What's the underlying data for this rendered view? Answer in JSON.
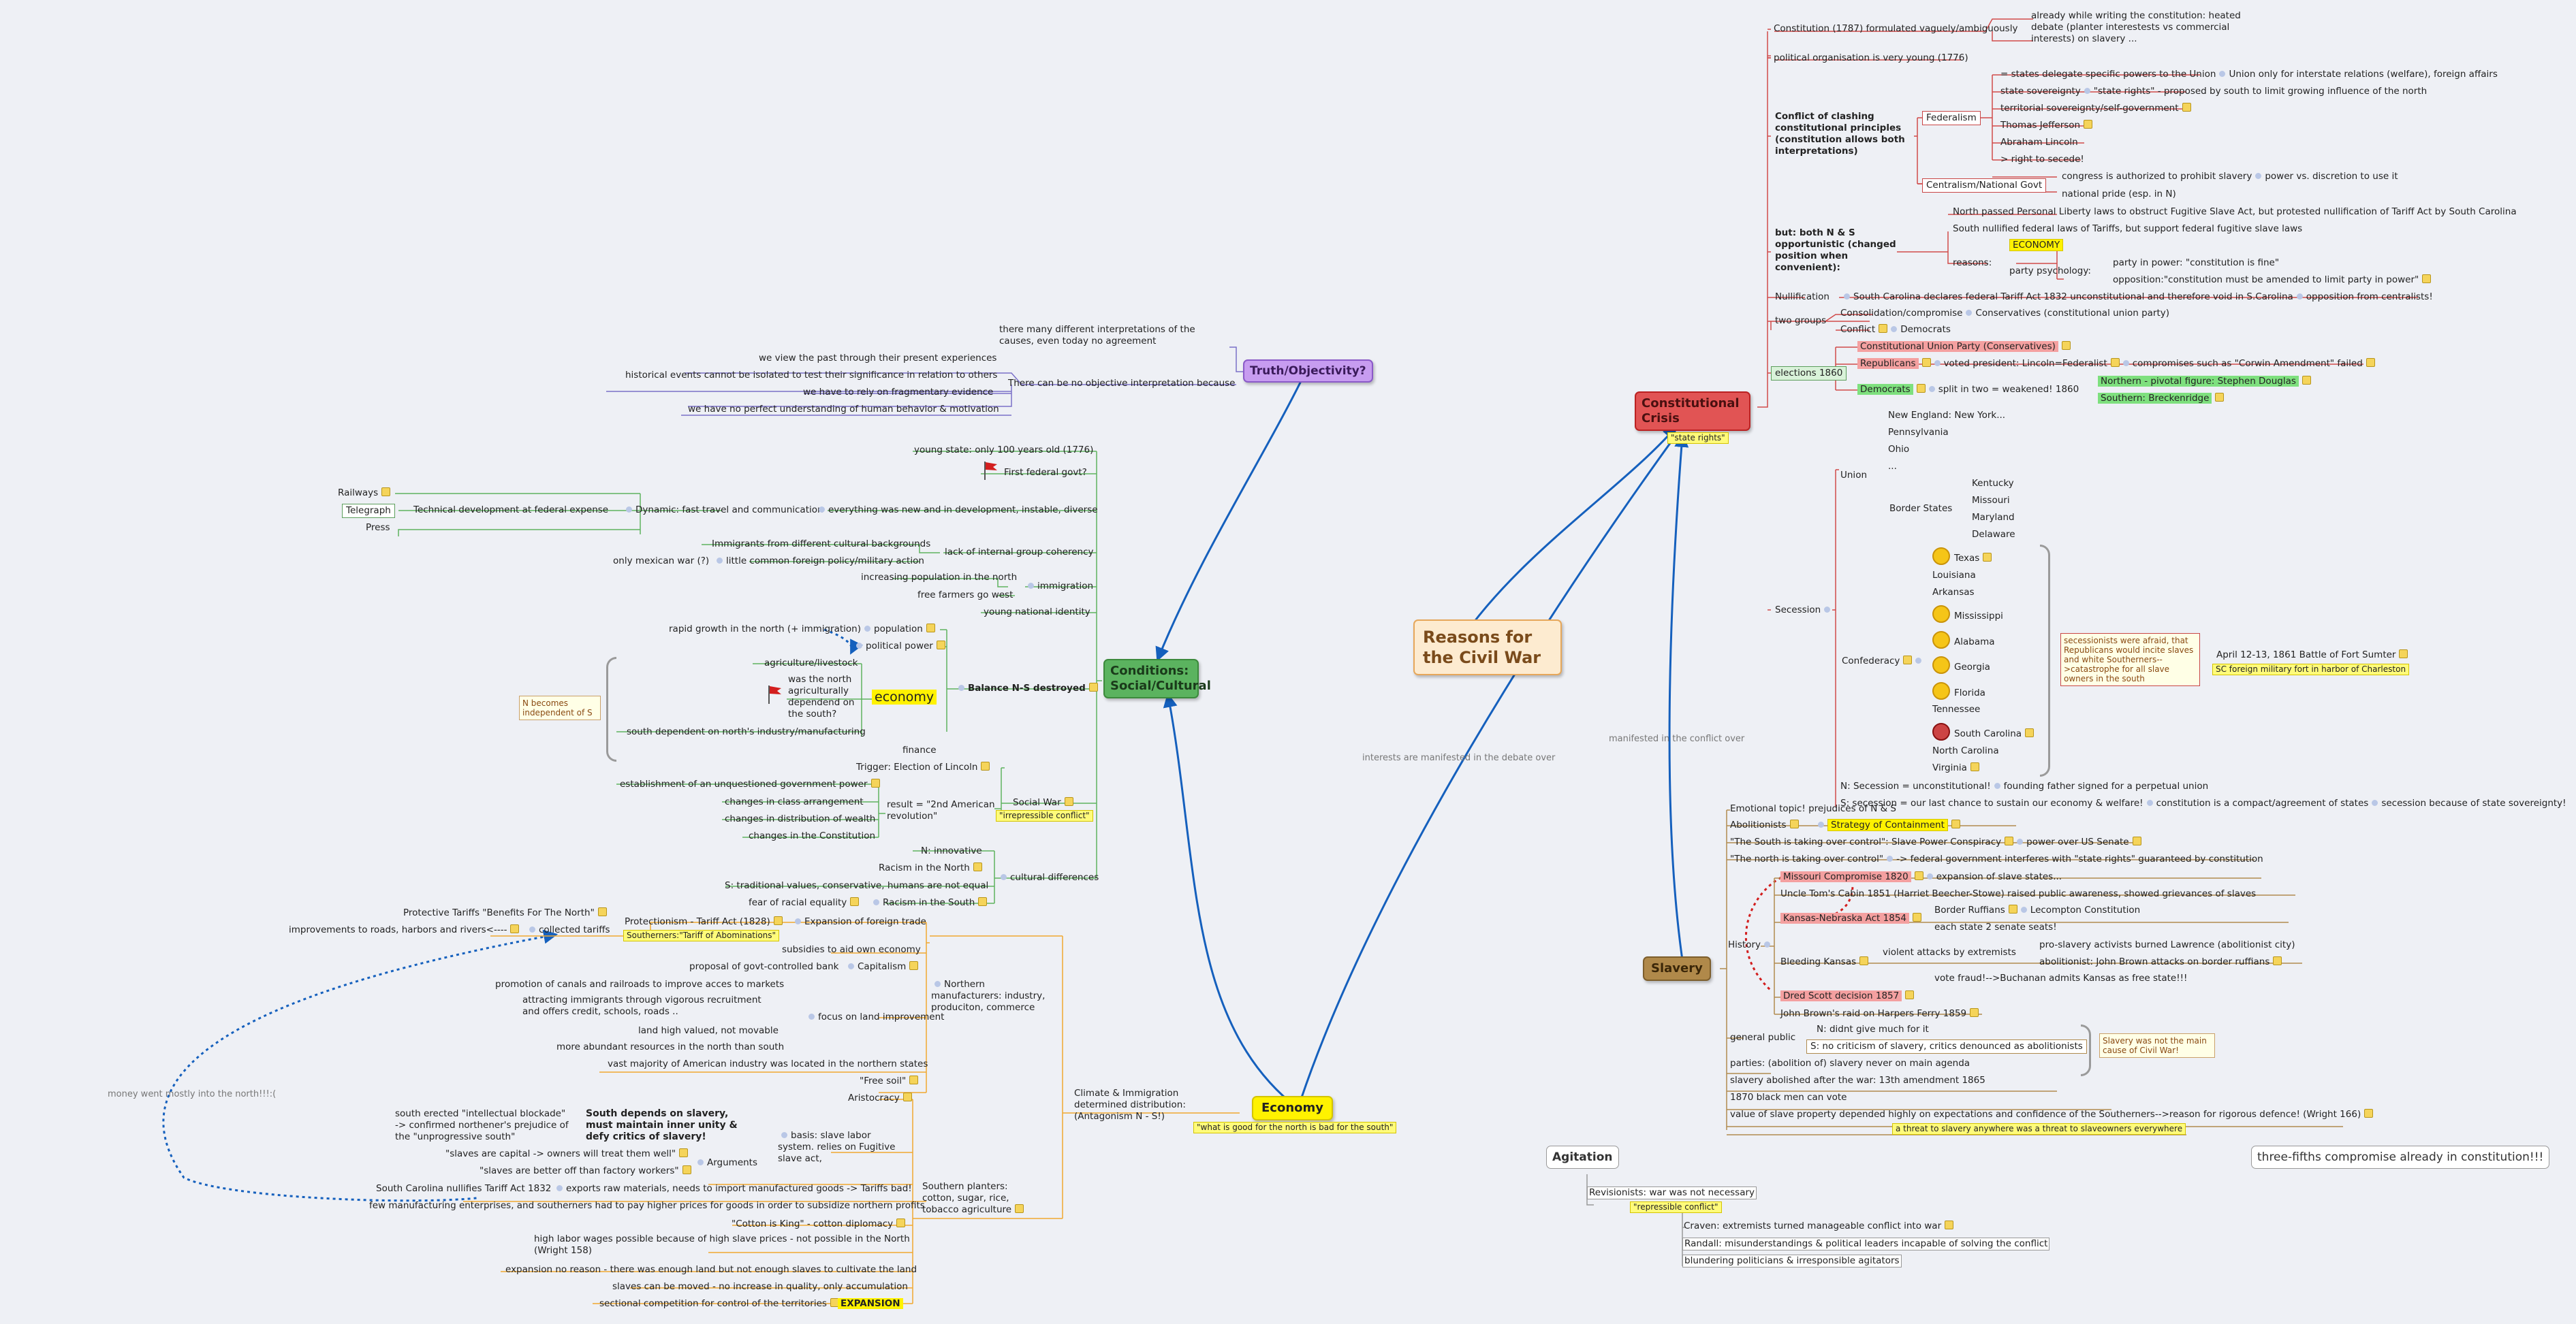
{
  "central": "Reasons for the Civil War",
  "main_topics": {
    "constitutional": "Constitutional Crisis",
    "state_rights_tag": "\"state rights\"",
    "slavery": "Slavery",
    "economy": "Economy",
    "economy_tag": "\"what is good for the north is bad for the south\"",
    "conditions": "Conditions: Social/Cultural",
    "truth": "Truth/Objectivity?",
    "agitation": "Agitation",
    "three_fifths": "three-fifths compromise already in constitution!!!"
  },
  "link_labels": {
    "interests": "interests are manifested in the debate over",
    "manifested": "manifested in the conflict over",
    "money": "money went mostly into the north!!!:("
  },
  "truth": {
    "interpretations": "there many different interpretations of the causes, even today no agreement",
    "no_objective": "There can be no objective interpretation because",
    "reasons": [
      "we view the past through their present experiences",
      "historical events cannot be isolated to test their significance in relation to others",
      "we have to rely on fragmentary evidence",
      "we have no perfect understanding of human behavior & motivation"
    ]
  },
  "conditions": {
    "young_state": "young state: only 100 years old (1776)",
    "first_govt": "First federal govt?",
    "railways": "Railways",
    "telegraph": "Telegraph",
    "press": "Press",
    "tech": "Technical development at federal expense",
    "dynamic": "Dynamic: fast travel and communication",
    "everything_new": "everything was new and in development, instable, diverse",
    "immigrants": "Immigrants from different cultural backgrounds",
    "lack_coherency": "lack of internal group coherency",
    "mexican_war": "only mexican war (?)",
    "little_policy": "little common foreign policy/military action",
    "increasing_pop": "increasing population in the north",
    "free_farmers": "free farmers go west",
    "immigration": "immigration",
    "young_identity": "young national identity",
    "rapid_growth": "rapid growth in the north (+ immigration)",
    "population": "population",
    "political_power": "political power",
    "agri": "agriculture/livestock",
    "was_north": "was the north agriculturally dependend on the south?",
    "economy": "economy",
    "south_dependent": "south dependent on north's industry/manufacturing",
    "finance": "finance",
    "balance": "Balance N-S destroyed",
    "n_becomes": "N becomes independent of S",
    "trigger": "Trigger: Election of Lincoln",
    "establishment": "establishment of an unquestioned government power",
    "class": "changes in class arrangement",
    "wealth": "changes in distribution of wealth",
    "constitution": "changes in the Constitution",
    "result": "result = \"2nd American revolution\"",
    "social_war": "Social War",
    "irrepressible": "\"irrepressible conflict\"",
    "n_innovative": "N: innovative",
    "racism_n": "Racism in the North",
    "s_traditional": "S: traditional values, conservative, humans are not equal",
    "fear": "fear of racial equality",
    "racism_s": "Racism in the South",
    "cultural_diff": "cultural differences"
  },
  "economy": {
    "protective": "Protective Tariffs  \"Benefits For The North\"",
    "improvements": "improvements to roads, harbors and rivers<----",
    "collected": "collected tariffs",
    "protectionism": "Protectionism - Tariff Act (1828)",
    "abominations": "Southerners:\"Tariff of Abominations\"",
    "expansion_trade": "Expansion of foreign trade",
    "subsidies": "subsidies to aid own economy",
    "banking": "proposal of govt-controlled bank",
    "capitalism": "Capitalism",
    "canals": "promotion of canals and railroads to improve acces to markets",
    "attracting": "attracting immigrants through vigorous recruitment and offers credit, schools, roads ..",
    "land_high": "land high valued, not movable",
    "abundant": "more abundant resources in the north than south",
    "land_improvement": "focus on land improvement",
    "vast": "vast majority of American industry was located in the northern states",
    "free_soil": "\"Free soil\"",
    "northern": "Northern manufacturers: industry, produciton, commerce",
    "climate": "Climate & Immigration determined distribution: (Antagonism N - S!)",
    "aristocracy": "Aristocracy",
    "intellectual": "south erected \"intellectual blockade\" -> confirmed northener's prejudice of the \"unprogressive south\"",
    "south_depends": "South depends on slavery, must maintain inner unity & defy critics of slavery!",
    "basis": "basis: slave labor system. relies on Fugitive slave act,",
    "capital": "\"slaves are capital -> owners will treat them well\"",
    "better_off": "\"slaves are better off than factory workers\"",
    "arguments": "Arguments",
    "sc_nullifies": "South Carolina nullifies Tariff Act 1832",
    "exports": "exports raw materials, needs to import manufactured goods -> Tariffs bad!",
    "few_manufacturing": "few manufacturing enterprises, and southerners had to pay higher prices for goods in order to subsidize northern profits",
    "cotton": "\"Cotton is King\" - cotton diplomacy",
    "high_labor": "high labor wages possible because of high slave prices - not possible in the North (Wright 158)",
    "southern": "Southern planters: cotton, sugar, rice, tobacco agriculture",
    "no_reason": "expansion no reason - there was enough land but not enough slaves to cultivate the land",
    "moved": "slaves can be moved - no increase in quality, only accumulation",
    "sectional": "sectional competition for control of the territories",
    "expansion": "EXPANSION"
  },
  "constitutional": {
    "c1787": "Constitution (1787) formulated vaguely/ambiguously",
    "heated": "already while writing the constitution: heated debate (planter interestests vs commercial interests) on slavery ...",
    "young_org": "political organisation is very young (1776)",
    "conflict": "Conflict of clashing constitutional principles (constitution allows both interpretations)",
    "states_delegate": "= states delegate specific powers to the Union",
    "union_only": "Union only for interstate relations (welfare), foreign affairs",
    "state_sov": "state sovereignty",
    "state_rights_proposed": "\"state rights\" - proposed by south to limit growing influence of the north",
    "territorial": "territorial sovereignty/self-government",
    "federalism": "Federalism",
    "jefferson": "Thomas Jefferson",
    "lincoln": "Abraham Lincoln",
    "secede": "> right to secede!",
    "centralism": "Centralism/National Govt",
    "congress": "congress is authorized to prohibit slavery",
    "power_vs": "power vs. discretion to use it",
    "pride": "national pride (esp. in N)",
    "opportunistic": "but: both N & S opportunistic (changed position when convenient):",
    "personal_liberty": "North passed Personal Liberty laws to obstruct Fugitive Slave Act, but protested nullification of Tariff Act by South Carolina",
    "south_nullified": "South nullified federal laws of Tariffs, but support federal fugitive slave laws",
    "economy_hl": "ECONOMY",
    "reasons": "reasons:",
    "party_psych": "party psychology:",
    "in_power": "party in power: \"constitution is fine\"",
    "opposition": "opposition:\"constitution must be amended to limit party in power\"",
    "nullification": "Nullification",
    "sc_declares": "South Carolina declares federal Tariff Act 1832 unconstitutional and therefore void in S.Carolina",
    "opp_centralists": "opposition from centralists!",
    "two_groups": "two groups",
    "consolidation": "Consolidation/compromise",
    "conservatives": "Conservatives (constitutional union party)",
    "conflict2": "Conflict",
    "democrats": "Democrats",
    "elections": "elections 1860",
    "cup": "Constitutional Union Party (Conservatives)",
    "republicans": "Republicans",
    "voted": "voted president: Lincoln=Federalist",
    "corwin": "compromises such as \"Corwin Amendment\" failed",
    "democrats2": "Democrats",
    "split": "split in two = weakened! 1860",
    "douglas": "Northern - pivotal figure: Stephen Douglas",
    "breckinridge": "Southern: Breckenridge",
    "new_england": "New England: New York...",
    "pennsylvania": "Pennsylvania",
    "ohio": "Ohio",
    "dots": "...",
    "union": "Union",
    "kentucky": "Kentucky",
    "missouri": "Missouri",
    "maryland": "Maryland",
    "delaware": "Delaware",
    "border": "Border States",
    "secession": "Secession",
    "confederacy": "Confederacy",
    "states": [
      "Texas",
      "Louisiana",
      "Arkansas",
      "Mississippi",
      "Alabama",
      "Georgia",
      "Florida",
      "Tennessee",
      "South Carolina",
      "North Carolina",
      "Virginia"
    ],
    "afraid": "secessionists were afraid, that Republicans would incite slaves and white Southerners-->catastrophe for all slave owners in the south",
    "sumter": "April 12-13, 1861 Battle of Fort Sumter",
    "sc_military": "SC foreign military fort in harbor of Charleston",
    "n_secession": "N: Secession = unconstitutional!",
    "founding": "founding father signed for a perpetual union",
    "s_secession": "S: secession = our last chance to sustain our economy & welfare!",
    "compact": "constitution is a compact/agreement of states",
    "because": "secession because of state sovereignty!"
  },
  "slavery": {
    "emotional": "Emotional topic! prejudices of N & S",
    "abolitionists": "Abolitionists",
    "containment": "Strategy of Containment",
    "south_taking": "\"The South is taking over control\": Slave Power Conspiracy",
    "power_senate": "power over US Senate",
    "north_taking": "\"The north is taking over control\"",
    "federal_interferes": "-> federal government interferes with \"state rights\" guaranteed by constitution",
    "missouri": "Missouri Compromise 1820",
    "expansion_states": "expansion of slave states...",
    "uncle_tom": "Uncle Tom's Cabin 1851 (Harriet Beecher-Stowe) raised public awareness, showed grievances of slaves",
    "kansas": "Kansas-Nebraska Act 1854",
    "border_ruffians": "Border Ruffians",
    "lecompton": "Lecompton Constitution",
    "senate_seats": "each state 2 senate seats!",
    "history": "History",
    "bleeding": "Bleeding Kansas",
    "violent": "violent attacks by extremists",
    "proslavery": "pro-slavery activists burned Lawrence (abolitionist city)",
    "john_brown_attacks": "abolitionist: John Brown attacks on border ruffians",
    "vote_fraud": "vote fraud!-->Buchanan admits Kansas as free state!!!",
    "dred": "Dred Scott decision 1857",
    "harpers": "John Brown's raid on Harpers Ferry 1859",
    "general_public": "general public",
    "n_didnt": "N: didnt give much for it",
    "s_no_criticism": "S: no criticism of slavery, critics denounced as abolitionists",
    "main_cause": "Slavery was not the main cause of Civil War!",
    "parties": "parties: (abolition of) slavery never on main agenda",
    "abolished": "slavery abolished after the war: 13th amendment 1865",
    "black_men": "1870 black men can vote",
    "value": "value of slave property depended highly on expectations and confidence of the Southerners-->reason for rigorous defence! (Wright 166)",
    "threat": "a threat to slavery anywhere was a threat to slaveowners everywhere"
  },
  "agitation": {
    "revisionists": "Revisionists: war was not necessary",
    "repressible": "\"repressible conflict\"",
    "craven": "Craven: extremists turned manageable conflict into war",
    "randall": "Randall: misunderstandings & political leaders incapable of solving the conflict",
    "blundering": "blundering politicians & irresponsible agitators"
  },
  "colors": {
    "background": "#eef0f5",
    "constitutional": "#e15454",
    "slavery": "#b0894a",
    "economy": "#fff200",
    "conditions": "#5bb35f",
    "truth": "#c79cf0",
    "link": "#1560bd"
  }
}
